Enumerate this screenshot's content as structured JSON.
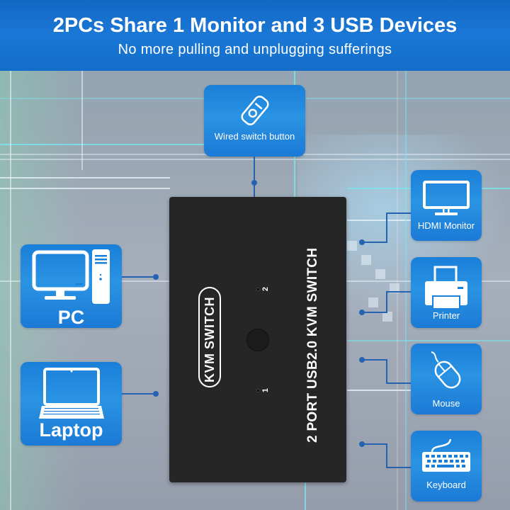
{
  "header": {
    "title": "2PCs Share 1 Monitor and 3 USB Devices",
    "subtitle": "No more pulling and unplugging sufferings"
  },
  "top_card": {
    "label": "Wired switch button",
    "icon": "switch-button-icon"
  },
  "left_cards": [
    {
      "label": "PC",
      "icon": "desktop-pc-icon"
    },
    {
      "label": "Laptop",
      "icon": "laptop-icon"
    }
  ],
  "right_cards": [
    {
      "label": "HDMI Monitor",
      "icon": "monitor-icon"
    },
    {
      "label": "Printer",
      "icon": "printer-icon"
    },
    {
      "label": "Mouse",
      "icon": "mouse-icon"
    },
    {
      "label": "Keyboard",
      "icon": "keyboard-icon"
    }
  ],
  "device": {
    "badge_text": "KVM SWITCH",
    "side_text": "2 PORT USB2.0 KVM SWITCH",
    "port_1": "1",
    "port_2": "2"
  },
  "colors": {
    "header_blue": "#1a78d6",
    "card_blue": "#2a93e3",
    "connector_blue": "#2563b0",
    "device_black": "#262626"
  }
}
